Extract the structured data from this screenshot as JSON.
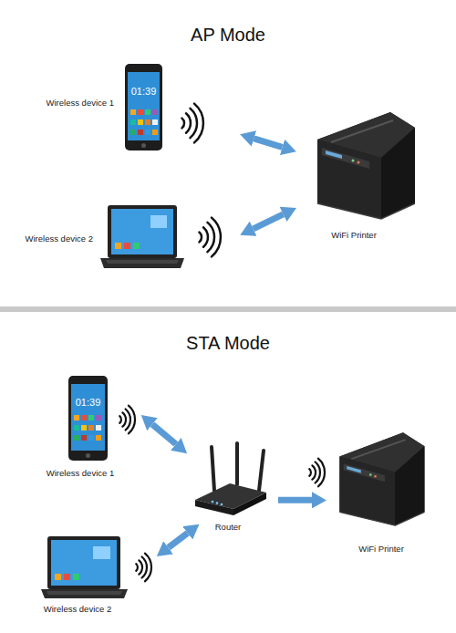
{
  "diagram": {
    "nodes": [
      {
        "text": [
          "Wireless device 1"
        ]
      },
      {
        "text": [
          "Wireless device 2"
        ]
      },
      {
        "text": [
          "WiFi Printer"
        ]
      },
      {
        "text": [
          "Wireless device 1"
        ]
      },
      {
        "text": [
          "Wireless device 2"
        ]
      },
      {
        "text": [
          "Router"
        ]
      },
      {
        "text": [
          "WiFi Printer"
        ]
      }
    ],
    "edges": [
      {
        "from": 0,
        "to": 2,
        "arrow": "both"
      },
      {
        "from": 1,
        "to": 2,
        "arrow": "both"
      },
      {
        "from": 3,
        "to": 5,
        "arrow": "both"
      },
      {
        "from": 4,
        "to": 5,
        "arrow": "both"
      },
      {
        "from": 5,
        "to": 6,
        "arrow": "to"
      }
    ],
    "labels": [
      "AP Mode",
      "01:39",
      "STA Mode",
      "01:39"
    ]
  }
}
